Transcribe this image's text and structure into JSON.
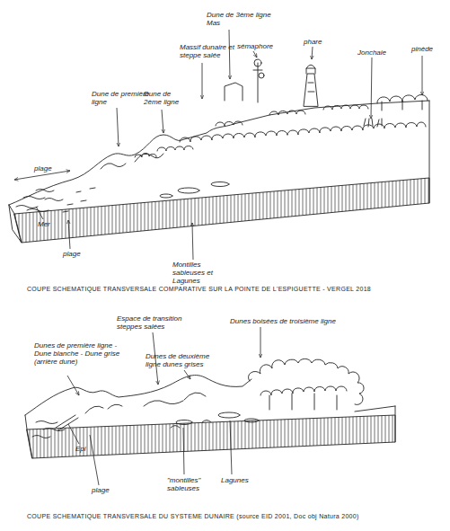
{
  "diagram": {
    "labels": [
      "Dune de 3ème ligne Mas",
      "Dune de 2ème ligne",
      "Massif dunaire et steppe salée",
      "sémaphore",
      "phare",
      "Jonchaie",
      "pinède",
      "Dune de première ligne",
      "plage",
      "Mer",
      "plage",
      "Montilles sableuses et Lagunes",
      "COUPE SCHEMATIQUE TRANSVERSALE COMPARATIVE SUR LA POINTE DE L'ESPIGUETTE - VERGEL 2018",
      "Dunes de première ligne - Dune blanche - Dune grise (arrière dune)",
      "Espace de transition steppes salées",
      "Dunes de deuxième ligne dunes grises",
      "Dunes boisées de troisième ligne",
      "Epi",
      "plage",
      "\"montilles\" sableuses",
      "Lagunes",
      "COUPE SCHEMATIQUE TRANSVERSALE DU SYSTEME DUNAIRE (source EID 2001, Doc obj Natura 2000)"
    ]
  }
}
